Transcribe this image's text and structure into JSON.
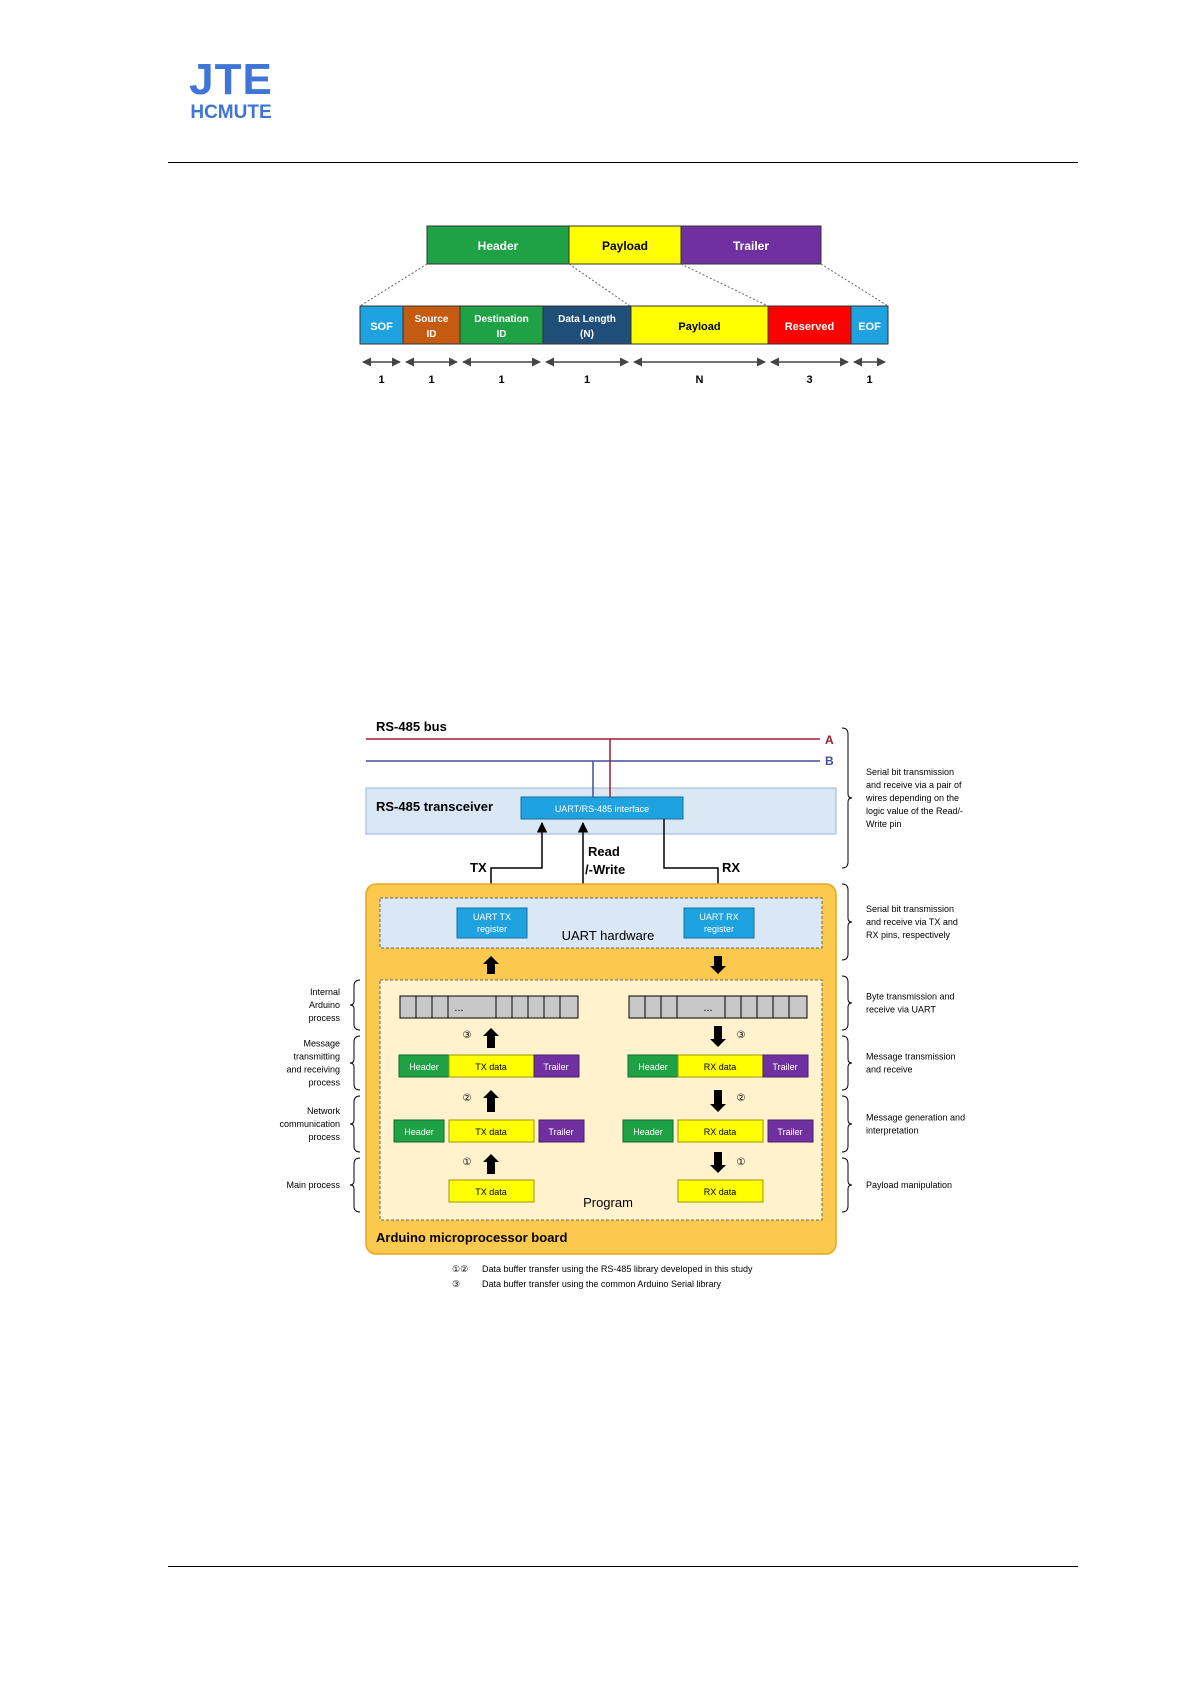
{
  "logo": {
    "line1": "JTE",
    "line2": "HCMUTE"
  },
  "frame": {
    "top": {
      "header": "Header",
      "payload": "Payload",
      "trailer": "Trailer",
      "colors": {
        "header": "#1fa245",
        "payload": "#ffff00",
        "trailer": "#7030a0"
      }
    },
    "fields": [
      {
        "line1": "SOF",
        "line2": "",
        "size": "1",
        "color": "#1fa3e0",
        "text_color": "#ffffff"
      },
      {
        "line1": "Source",
        "line2": "ID",
        "size": "1",
        "color": "#c55a11",
        "text_color": "#ffffff"
      },
      {
        "line1": "Destination",
        "line2": "ID",
        "size": "1",
        "color": "#1fa245",
        "text_color": "#ffffff"
      },
      {
        "line1": "Data Length",
        "line2": "(N)",
        "size": "1",
        "color": "#1f4e79",
        "text_color": "#ffffff"
      },
      {
        "line1": "Payload",
        "line2": "",
        "size": "N",
        "color": "#ffff00",
        "text_color": "#000000"
      },
      {
        "line1": "Reserved",
        "line2": "",
        "size": "3",
        "color": "#ff0000",
        "text_color": "#ffffff"
      },
      {
        "line1": "EOF",
        "line2": "",
        "size": "1",
        "color": "#1fa3e0",
        "text_color": "#ffffff"
      }
    ]
  },
  "arch": {
    "bus": {
      "title": "RS-485 bus",
      "line_a": "A",
      "line_b": "B",
      "color_a": "#9e1b32",
      "color_b": "#3f4f9e"
    },
    "transceiver": {
      "title": "RS-485 transceiver",
      "interface": "UART/RS-485 interface"
    },
    "signals": {
      "tx": "TX",
      "rx": "RX",
      "rw1": "Read",
      "rw2": "/-Write"
    },
    "uart": {
      "title": "UART hardware",
      "tx_reg1": "UART TX",
      "tx_reg2": "register",
      "rx_reg1": "UART RX",
      "rx_reg2": "register"
    },
    "buffer_dots": "...",
    "tx_msg": {
      "header": "Header",
      "data": "TX data",
      "trailer": "Trailer"
    },
    "rx_msg": {
      "header": "Header",
      "data": "RX data",
      "trailer": "Trailer"
    },
    "markers": {
      "m1": "①",
      "m2": "②",
      "m3": "③"
    },
    "program": "Program",
    "board": "Arduino microprocessor board",
    "left_labels": [
      {
        "lines": [
          "Internal",
          "Arduino",
          "process"
        ]
      },
      {
        "lines": [
          "Message",
          "transmitting",
          "and receiving",
          "process"
        ]
      },
      {
        "lines": [
          "Network",
          "communication",
          "process"
        ]
      },
      {
        "lines": [
          "Main process"
        ]
      }
    ],
    "right_labels": [
      {
        "lines": [
          "Serial bit transmission",
          "and receive via a pair of",
          "wires depending on the",
          "logic value of the Read/-",
          "Write pin"
        ]
      },
      {
        "lines": [
          "Serial bit transmission",
          "and receive via TX and",
          "RX pins, respectively"
        ]
      },
      {
        "lines": [
          "Byte transmission and",
          "receive via UART"
        ]
      },
      {
        "lines": [
          "Message transmission",
          "and receive"
        ]
      },
      {
        "lines": [
          "Message generation and",
          "interpretation"
        ]
      },
      {
        "lines": [
          "Payload manipulation"
        ]
      }
    ],
    "legend": [
      {
        "mark": "①②",
        "text": "Data buffer transfer using the RS-485 library developed in this study"
      },
      {
        "mark": "③",
        "text": "Data buffer transfer using the common Arduino Serial library"
      }
    ]
  }
}
